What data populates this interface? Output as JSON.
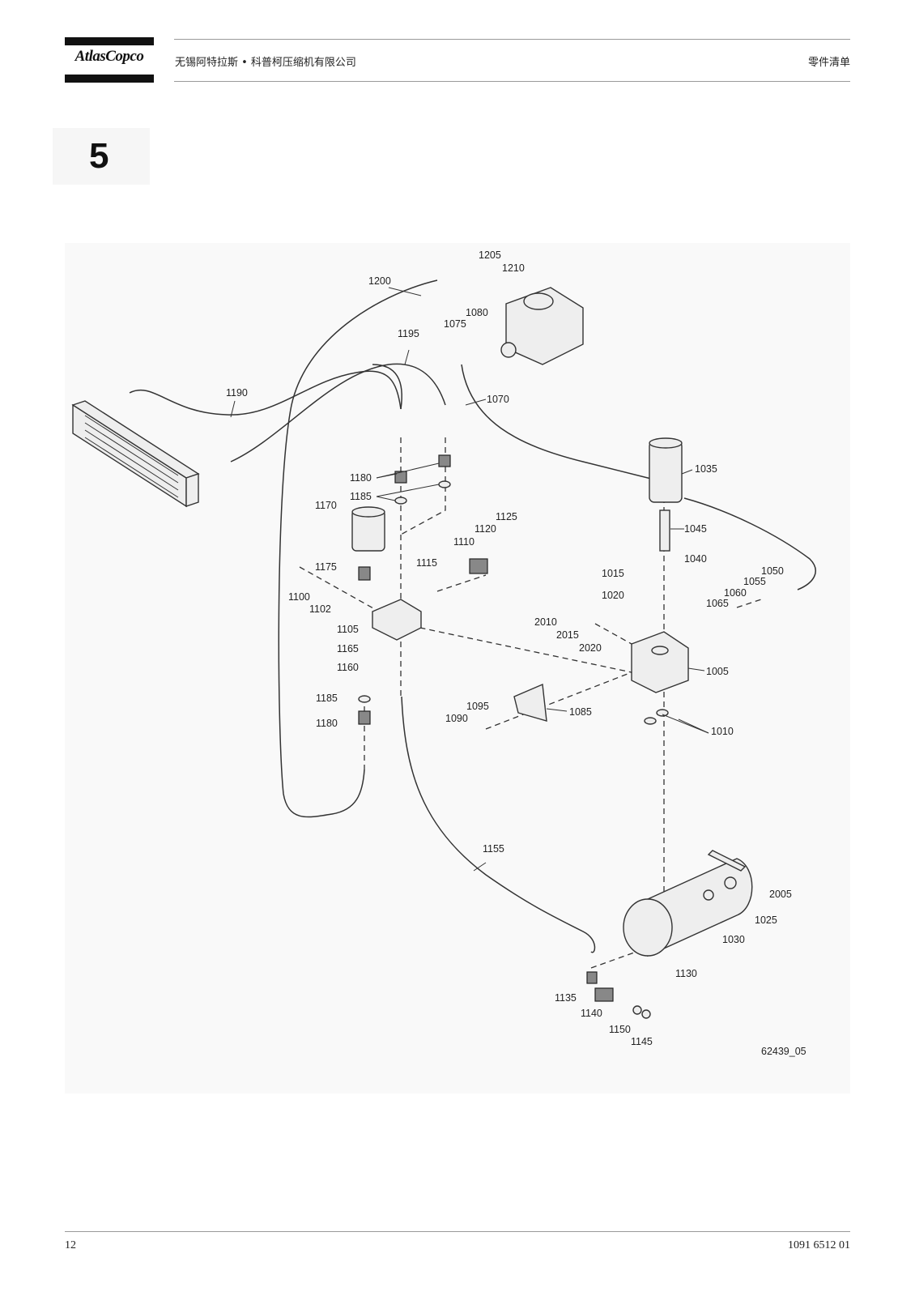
{
  "header": {
    "logo_text": "AtlasCopco",
    "company": "无锡阿特拉斯 • 科普柯压缩机有限公司",
    "doc_type": "零件清单"
  },
  "section": {
    "number": "5"
  },
  "drawing": {
    "figure_id": "62439_05",
    "callouts": {
      "c1205": "1205",
      "c1210": "1210",
      "c1200": "1200",
      "c1080": "1080",
      "c1075": "1075",
      "c1195": "1195",
      "c1190": "1190",
      "c1070": "1070",
      "c1035": "1035",
      "c1180a": "1180",
      "c1185a": "1185",
      "c1170": "1170",
      "c1125": "1125",
      "c1120": "1120",
      "c1110": "1110",
      "c1045": "1045",
      "c1175": "1175",
      "c1115": "1115",
      "c1040": "1040",
      "c1015": "1015",
      "c1050": "1050",
      "c1055": "1055",
      "c1100": "1100",
      "c1102": "1102",
      "c1020": "1020",
      "c1060": "1060",
      "c1065": "1065",
      "c2010": "2010",
      "c2015": "2015",
      "c2020": "2020",
      "c1105": "1105",
      "c1165": "1165",
      "c1160": "1160",
      "c1005": "1005",
      "c1185b": "1185",
      "c1095": "1095",
      "c1085": "1085",
      "c1180b": "1180",
      "c1090": "1090",
      "c1010": "1010",
      "c1155": "1155",
      "c2005": "2005",
      "c1025": "1025",
      "c1030": "1030",
      "c1130": "1130",
      "c1135": "1135",
      "c1140": "1140",
      "c1150": "1150",
      "c1145": "1145"
    }
  },
  "footer": {
    "page_number": "12",
    "document_number": "1091 6512 01"
  }
}
